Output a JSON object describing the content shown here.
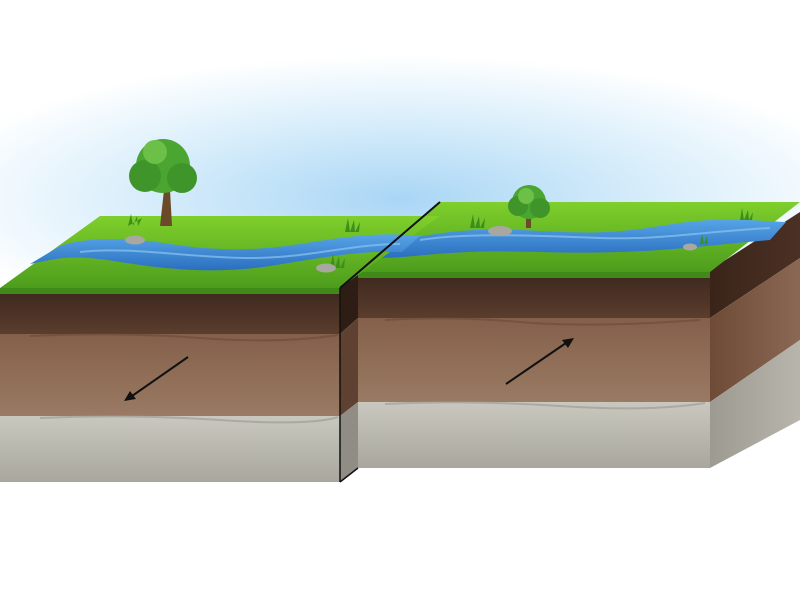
{
  "diagram": {
    "colors": {
      "sky": "#d6ecfb",
      "grass_top": "#6cc027",
      "grass_edge": "#4e9f1c",
      "river": "#2f7fd0",
      "river_highlight": "#5fa9ea",
      "topsoil": "#4a3125",
      "middle_layer": "#7d5843",
      "bottom_layer": "#bfbdb2",
      "fault_line": "#111111",
      "tree_foliage": "#49a331",
      "tree_trunk": "#6b4a2a"
    },
    "blocks": [
      {
        "id": "left-block",
        "motion_arrow": "down-left"
      },
      {
        "id": "right-block",
        "motion_arrow": "up-right"
      }
    ],
    "icons": [
      "tree-icon",
      "rock-icon",
      "grass-tuft-icon",
      "motion-arrow-icon"
    ]
  }
}
